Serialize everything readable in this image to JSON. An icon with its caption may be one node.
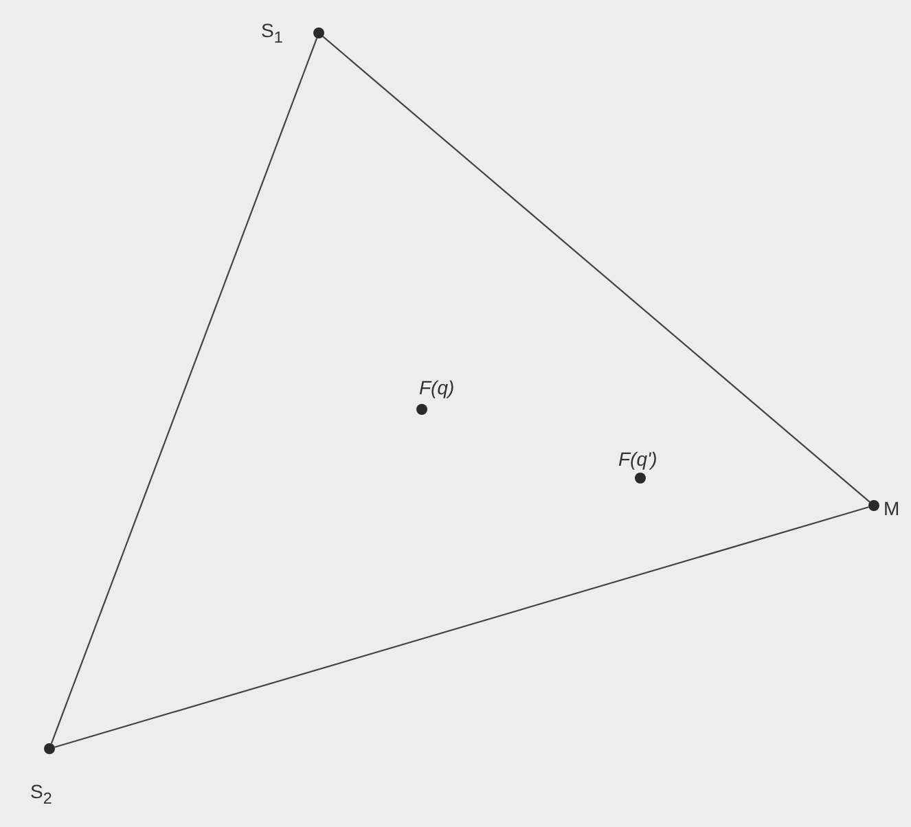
{
  "diagram": {
    "nodes": [
      {
        "text": [],
        "shape": "circle",
        "beside": [
          "S$_{1}$"
        ]
      },
      {
        "text": [],
        "shape": "circle",
        "beside": [
          "M"
        ]
      },
      {
        "text": [],
        "shape": "circle",
        "beside": [
          "S$_{2}$"
        ]
      },
      {
        "text": [],
        "shape": "circle",
        "beside": [
          "*F(q)*"
        ]
      },
      {
        "text": [],
        "shape": "circle",
        "beside": [
          "*F(q')*"
        ]
      }
    ],
    "edges": [
      {
        "from": 0,
        "to": 1,
        "arrow": "none"
      },
      {
        "from": 1,
        "to": 2,
        "arrow": "none"
      },
      {
        "from": 2,
        "to": 0,
        "arrow": "none"
      }
    ]
  }
}
